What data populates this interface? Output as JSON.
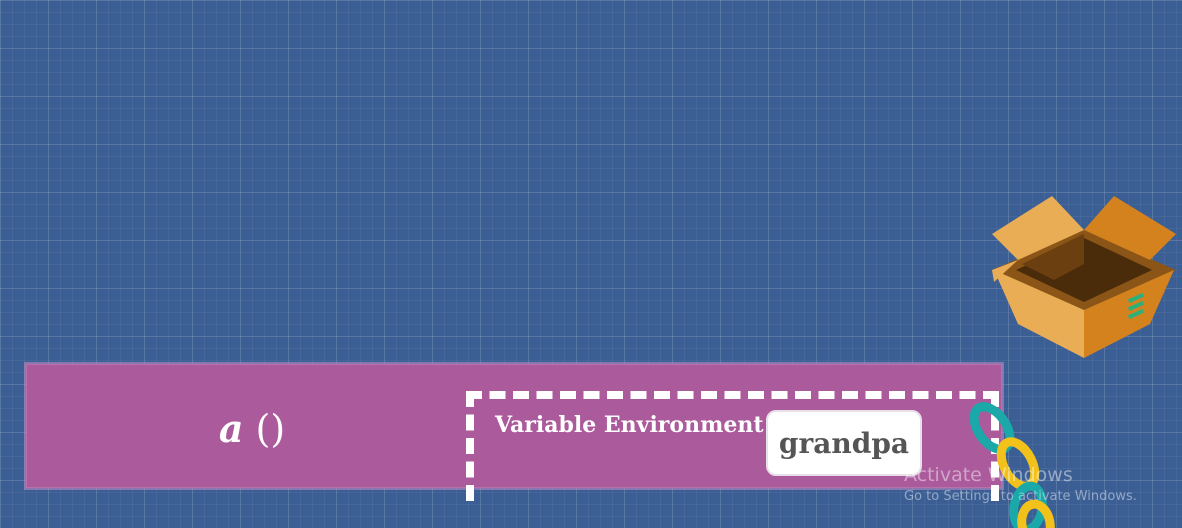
{
  "function": {
    "name": "a",
    "parens": "()"
  },
  "variable_environment": {
    "title": "Variable Environment",
    "variable": "grandpa"
  },
  "icons": {
    "box": "open-box-icon",
    "chain": "chain-link-icon"
  },
  "watermark": {
    "title": "Activate Windows",
    "subtitle": "Go to Settings to activate Windows."
  },
  "colors": {
    "background": "#3b5e94",
    "execution_context": "#ab5a9c",
    "chip": "#ffffff",
    "box_light": "#e9ad56",
    "box_dark": "#d4821e",
    "chain_teal": "#1aa8a8",
    "chain_yellow": "#f2c21b"
  }
}
